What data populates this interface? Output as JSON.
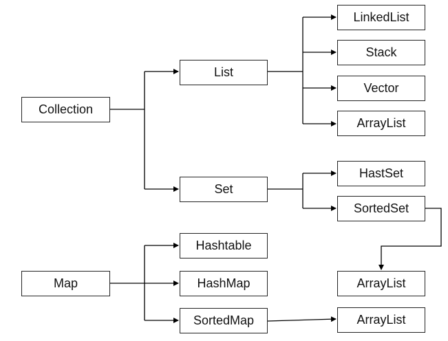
{
  "nodes": {
    "collection": "Collection",
    "list": "List",
    "set": "Set",
    "linkedlist": "LinkedList",
    "stack": "Stack",
    "vector": "Vector",
    "arraylist1": "ArrayList",
    "hastset": "HastSet",
    "sortedset": "SortedSet",
    "map": "Map",
    "hashtable": "Hashtable",
    "hashmap": "HashMap",
    "sortedmap": "SortedMap",
    "arraylist2": "ArrayList",
    "arraylist3": "ArrayList"
  },
  "colors": {
    "line": "#000000",
    "border": "#222222"
  }
}
